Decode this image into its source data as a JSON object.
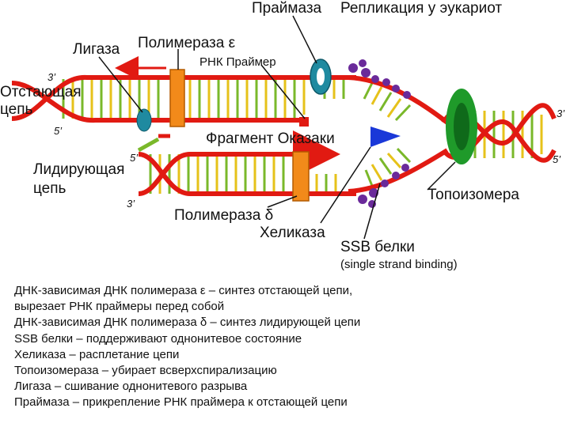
{
  "title": "Репликация у эукариот",
  "labels": {
    "primase": "Праймаза",
    "ligase": "Лигаза",
    "polymerase_epsilon": "Полимераза ε",
    "rna_primer": "РНК Праймер",
    "lagging_strand_line1": "Отстающая",
    "lagging_strand_line2": "цепь",
    "okazaki_fragment": "Фрагмент Оказаки",
    "leading_strand_line1": "Лидирующая",
    "leading_strand_line2": "цепь",
    "polymerase_delta": "Полимераза δ",
    "helicase": "Хеликаза",
    "topoisomerase": "Топоизомера",
    "ssb_proteins": "SSB белки",
    "ssb_full": "(single strand binding)",
    "end_3_top_left": "3’",
    "end_5_top_left": "5’",
    "end_5_mid_left": "5’",
    "end_3_bottom_left": "3’",
    "end_3_right": "3’",
    "end_5_right": "5’"
  },
  "colors": {
    "strand": "#e11a12",
    "polymerase": "#f28a1a",
    "helicase": "#1a38d8",
    "ssb": "#6a2a9a",
    "topoisomerase": "#1f9a2a",
    "primase": "#1f8aa0",
    "rungs_green": "#7ab82a",
    "rungs_yellow": "#e6c21a"
  },
  "legend": [
    "ДНК-зависимая ДНК полимераза ε – синтез отстающей цепи,",
    "вырезает РНК праймеры перед собой",
    "ДНК-зависимая ДНК полимераза δ – синтез лидирующей цепи",
    "SSB белки – поддерживают однонитевое состояние",
    "Хеликаза – расплетание цепи",
    "Топоизомераза – убирает всверхспирализацию",
    "Лигаза – сшивание однонитевого разрыва",
    "Праймаза – прикрепление РНК праймера к отстающей цепи"
  ]
}
